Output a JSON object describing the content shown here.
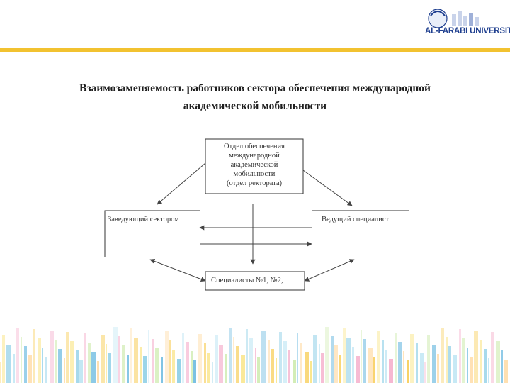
{
  "logo": {
    "text": "AL-FARABI UNIVERSITY"
  },
  "colors": {
    "accent_rule": "#f2c230",
    "logo_blue": "#1f3f8f"
  },
  "title": {
    "line1": "Взаимозаменяемость работников сектора обеспечения международной",
    "line2": "академической мобильности"
  },
  "diagram": {
    "top_node": {
      "lines": [
        "Отдел обеспечения",
        "международной",
        "академической",
        "мобильности",
        "(отдел ректората)"
      ]
    },
    "left_node": {
      "label": "Заведующий сектором"
    },
    "right_node": {
      "label": "Ведущий специалист"
    },
    "bottom_node": {
      "label": "Специалисты №1, №2,"
    }
  }
}
